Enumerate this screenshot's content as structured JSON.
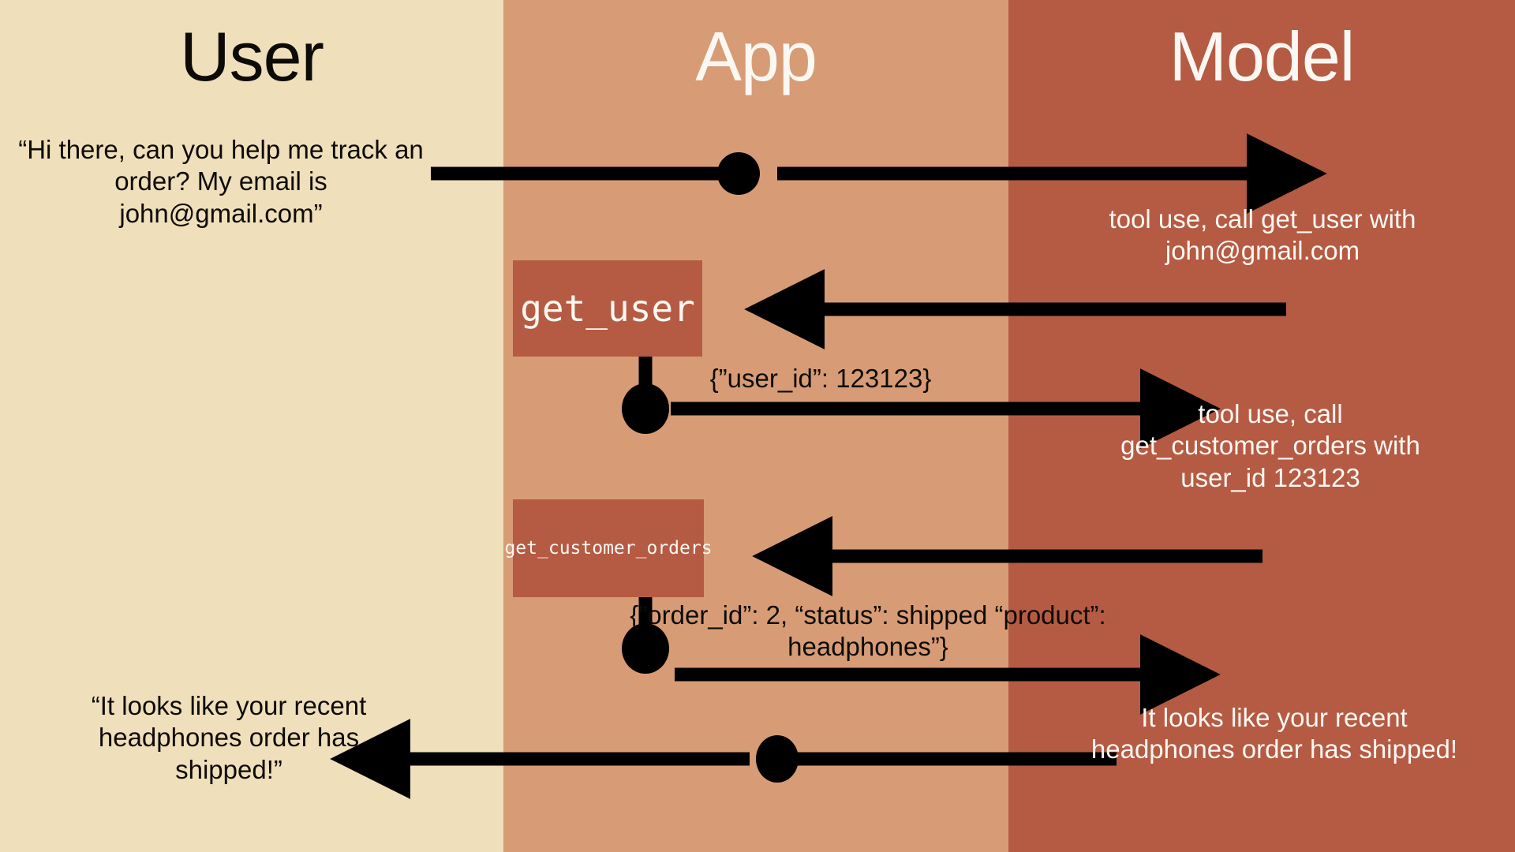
{
  "diagram": {
    "kind": "sequence-diagram",
    "lanes": [
      {
        "id": "user",
        "title": "User",
        "color": "#efdfba",
        "text_color": "#0d0b08"
      },
      {
        "id": "app",
        "title": "App",
        "color": "#d79c75",
        "text_color": "#fbf7f2"
      },
      {
        "id": "model",
        "title": "Model",
        "color": "#b55b43",
        "text_color": "#fbf7f2"
      }
    ],
    "messages": {
      "user_greeting": "“Hi there, can you help me track an order? My email is john@gmail.com”",
      "tool_call_get_user": "tool use, call get_user with john@gmail.com",
      "json_user_id": "{”user_id”: 123123}",
      "tool_call_get_customer_orders": "tool use, call get_customer_orders with user_id 123123",
      "json_order": "{”order_id”: 2, “status”: shipped “product”: headphones”}",
      "user_reply": "“It looks like your recent headphones order has shipped!”",
      "model_reply": "It looks like your recent headphones order has shipped!"
    },
    "tools": {
      "get_user": "get_user",
      "get_customer_orders": "get_customer_orders"
    },
    "colors": {
      "user_lane": "#efdfba",
      "app_lane": "#d79c75",
      "model_lane": "#b55b43",
      "stroke": "#000000",
      "light_text": "#fbf7f2",
      "dark_text": "#0d0b08"
    }
  }
}
